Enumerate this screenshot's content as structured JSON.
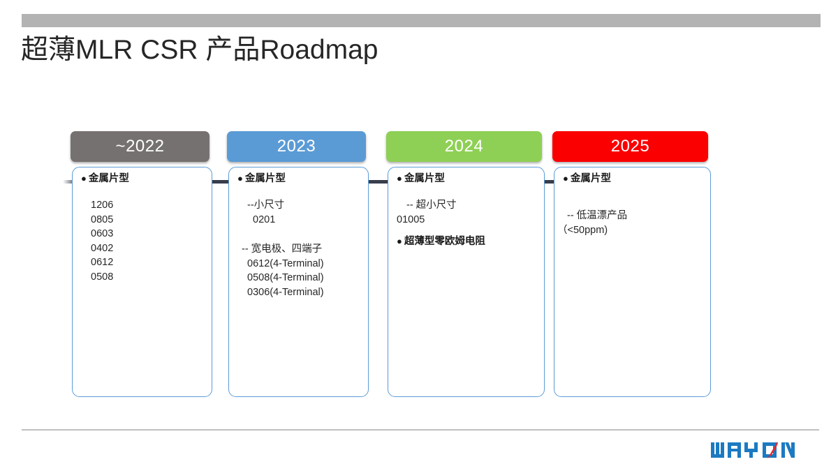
{
  "slide": {
    "title": "超薄MLR CSR 产品Roadmap",
    "accent_colors": {
      "gray": "#767171",
      "blue": "#5b9bd5",
      "green": "#8ed055",
      "red": "#fa0000",
      "top_bar": "#b3b3b3",
      "card_border": "#5b9bd5",
      "timeline_line": "#383e4c",
      "logo_blue": "#1b7ac2",
      "logo_red": "#e8262b"
    }
  },
  "timeline": {
    "markers": [
      {
        "label": "~2022",
        "color": "#767171"
      },
      {
        "label": "2023",
        "color": "#5b9bd5"
      },
      {
        "label": "2024",
        "color": "#8ed055"
      },
      {
        "label": "2025",
        "color": "#fa0000"
      }
    ]
  },
  "columns": [
    {
      "id": "col-2022",
      "header": "~2022",
      "header_color": "#767171",
      "lines": [
        {
          "type": "bullet",
          "text": "金属片型"
        },
        {
          "type": "spacer",
          "size": "md"
        },
        {
          "type": "plain",
          "indent": 2,
          "text": "1206"
        },
        {
          "type": "plain",
          "indent": 2,
          "text": "0805"
        },
        {
          "type": "plain",
          "indent": 2,
          "text": "0603"
        },
        {
          "type": "plain",
          "indent": 2,
          "text": "0402"
        },
        {
          "type": "plain",
          "indent": 2,
          "text": "0612"
        },
        {
          "type": "plain",
          "indent": 2,
          "text": "0508"
        }
      ]
    },
    {
      "id": "col-2023",
      "header": "2023",
      "header_color": "#5b9bd5",
      "lines": [
        {
          "type": "bullet",
          "text": "金属片型"
        },
        {
          "type": "spacer",
          "size": "md"
        },
        {
          "type": "sub",
          "indent": 2,
          "text": "--小尺寸"
        },
        {
          "type": "plain",
          "indent": 3,
          "text": "0201"
        },
        {
          "type": "spacer",
          "size": "lg"
        },
        {
          "type": "sub",
          "indent": 1,
          "text": "-- 宽电极、四端子"
        },
        {
          "type": "plain",
          "indent": 2,
          "text": "0612(4-Terminal)"
        },
        {
          "type": "plain",
          "indent": 2,
          "text": "0508(4-Terminal)"
        },
        {
          "type": "plain",
          "indent": 2,
          "text": "0306(4-Terminal)"
        }
      ]
    },
    {
      "id": "col-2024",
      "header": "2024",
      "header_color": "#8ed055",
      "lines": [
        {
          "type": "bullet",
          "text": "金属片型"
        },
        {
          "type": "spacer",
          "size": "md"
        },
        {
          "type": "sub",
          "indent": 2,
          "text": "-- 超小尺寸"
        },
        {
          "type": "plain",
          "indent": 4,
          "text": "01005"
        },
        {
          "type": "spacer",
          "size": "sm"
        },
        {
          "type": "bullet",
          "text": "超薄型零欧姆电阻"
        }
      ]
    },
    {
      "id": "col-2025",
      "header": "2025",
      "header_color": "#fa0000",
      "lines": [
        {
          "type": "bullet",
          "text": "金属片型"
        },
        {
          "type": "spacer",
          "size": "lg"
        },
        {
          "type": "spacer",
          "size": "sm"
        },
        {
          "type": "sub",
          "indent": 1,
          "text": "-- 低温漂产品"
        },
        {
          "type": "plain",
          "indent": 0,
          "text": "（<50ppm)"
        }
      ]
    }
  ],
  "footer": {
    "logo_text": "WAYON"
  }
}
